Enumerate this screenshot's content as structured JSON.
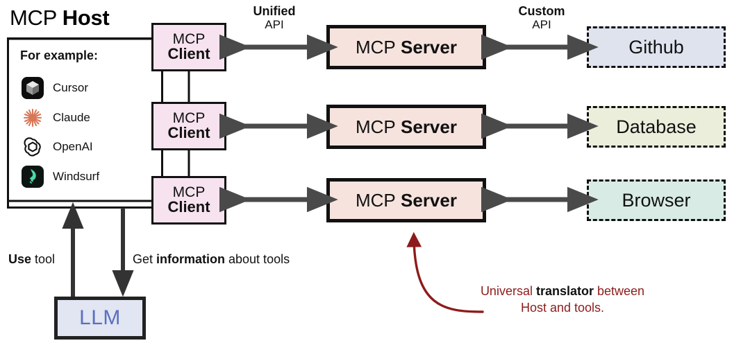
{
  "host": {
    "title_regular": "MCP",
    "title_bold": "Host",
    "example_label": "For example:",
    "apps": [
      {
        "name": "Cursor",
        "icon": "cursor-icon"
      },
      {
        "name": "Claude",
        "icon": "claude-icon"
      },
      {
        "name": "OpenAI",
        "icon": "openai-icon"
      },
      {
        "name": "Windsurf",
        "icon": "windsurf-icon"
      }
    ]
  },
  "clients": [
    {
      "line1": "MCP",
      "line2": "Client"
    },
    {
      "line1": "MCP",
      "line2": "Client"
    },
    {
      "line1": "MCP",
      "line2": "Client"
    }
  ],
  "servers": [
    {
      "regular": "MCP",
      "bold": "Server"
    },
    {
      "regular": "MCP",
      "bold": "Server"
    },
    {
      "regular": "MCP",
      "bold": "Server"
    }
  ],
  "resources": [
    {
      "label": "Github",
      "fill": "#dfe3ee"
    },
    {
      "label": "Database",
      "fill": "#eceedc"
    },
    {
      "label": "Browser",
      "fill": "#d8ece5"
    }
  ],
  "api_labels": {
    "unified": {
      "top": "Unified",
      "bottom": "API"
    },
    "custom": {
      "top": "Custom",
      "bottom": "API"
    }
  },
  "flows": {
    "use_tool_bold": "Use",
    "use_tool_rest": " tool",
    "get_info_pre": "Get ",
    "get_info_bold": "information",
    "get_info_post": " about tools"
  },
  "llm": {
    "label": "LLM"
  },
  "annotation": {
    "line1_pre": "Universal ",
    "line1_bold": "translator",
    "line1_post": " between",
    "line2": "Host and tools."
  },
  "colors": {
    "client_fill": "#f6e3ef",
    "server_fill": "#f6e3dd",
    "llm_fill": "#e2e5f2",
    "llm_text": "#5a6fc0",
    "arrow_gray": "#4a4a4a",
    "annotation_red": "#8e1b1b",
    "claude_orange": "#d97757",
    "windsurf_green": "#4fd7a8"
  }
}
